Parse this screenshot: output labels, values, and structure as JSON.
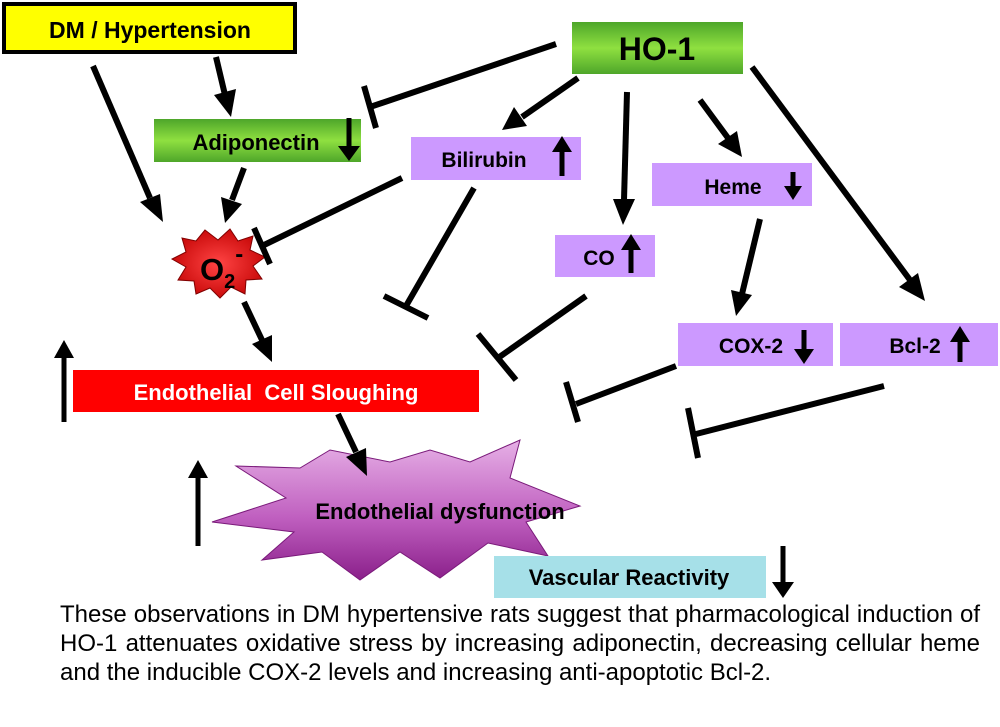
{
  "diagram": {
    "nodes": {
      "dm": "DM / Hypertension",
      "ho1": "HO-1",
      "adiponectin": "Adiponectin",
      "bilirubin": "Bilirubin",
      "heme": "Heme",
      "co": "CO",
      "o2": "O",
      "o2_sub": "2",
      "o2_sup": "-",
      "cox2": "COX-2",
      "bcl2": "Bcl-2",
      "sloughing": "Endothelial  Cell Sloughing",
      "dysfunction": "Endothelial dysfunction",
      "vascular": "Vascular Reactivity"
    },
    "colors": {
      "dm_box": "#ffff00",
      "ho1_box": "#5cb82e",
      "adiponectin_box": "#5cb82e",
      "lavender_box": "#cc99ff",
      "o2_burst": "#dd1111",
      "sloughing_box": "#ff0000",
      "dysfunction_star": "#bb44bb",
      "vascular_box": "#a6e0e8"
    }
  },
  "caption": "These observations in DM hypertensive rats suggest that pharmacological induction of HO-1 attenuates oxidative stress by increasing adiponectin, decreasing cellular heme and the inducible COX-2 levels and increasing anti-apoptotic Bcl-2."
}
